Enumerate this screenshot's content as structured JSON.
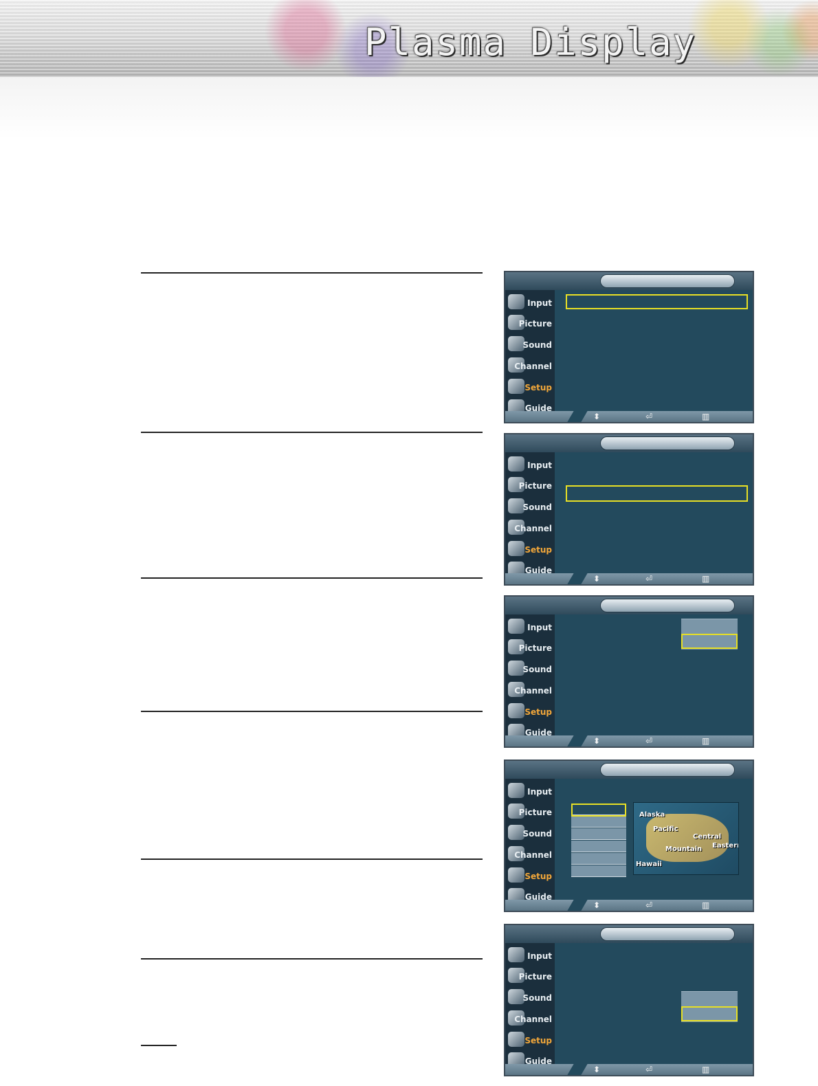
{
  "header": {
    "title": "Plasma Display"
  },
  "osd": {
    "menu": [
      "Input",
      "Picture",
      "Sound",
      "Channel",
      "Setup",
      "Guide"
    ],
    "active_item": "Setup",
    "nav_icons": [
      "updown-arrow-icon",
      "enter-icon",
      "menu-return-icon"
    ]
  },
  "map": {
    "labels": [
      "Alaska",
      "Pacific",
      "Central",
      "Mountain",
      "Eastern",
      "Hawaii"
    ]
  },
  "colors": {
    "osd_bg": "#234a5d",
    "highlight": "#e8e025",
    "active_menu": "#f2a73a"
  }
}
